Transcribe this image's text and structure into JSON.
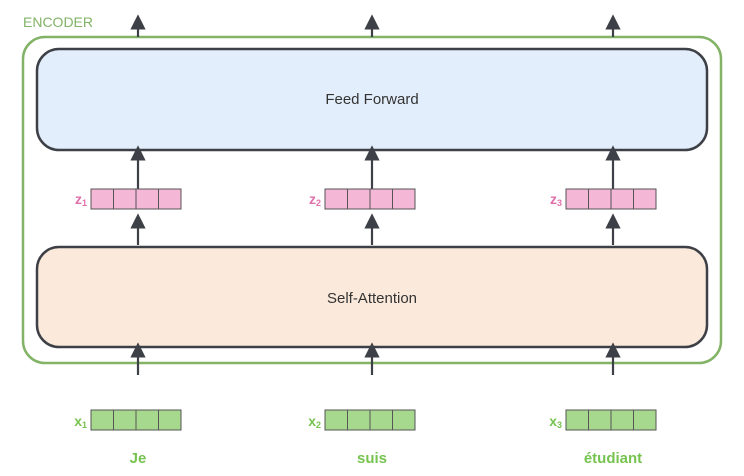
{
  "encoder": {
    "label": "ENCODER",
    "feed_forward_label": "Feed Forward",
    "self_attention_label": "Self-Attention"
  },
  "columns": [
    {
      "z_label": "z",
      "z_sub": "1",
      "x_label": "x",
      "x_sub": "1",
      "word": "Je"
    },
    {
      "z_label": "z",
      "z_sub": "2",
      "x_label": "x",
      "x_sub": "2",
      "word": "suis"
    },
    {
      "z_label": "z",
      "z_sub": "3",
      "x_label": "x",
      "x_sub": "3",
      "word": "étudiant"
    }
  ],
  "vector_cells": 4,
  "colors": {
    "encoder_border": "#82b366",
    "encoder_label": "#82b366",
    "feed_forward_fill": "#e3eefc",
    "self_attention_fill": "#fbeadb",
    "block_border": "#3d4046",
    "z_fill": "#f4b8d6",
    "z_label": "#e070ac",
    "x_fill": "#a6d98e",
    "x_label": "#76c34f",
    "arrow": "#3d4046"
  }
}
